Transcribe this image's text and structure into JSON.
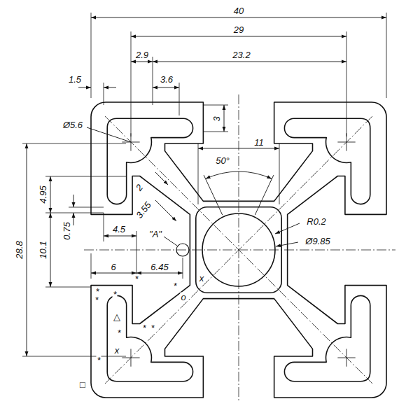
{
  "diagram": {
    "labels": [
      "40",
      "29",
      "2.9",
      "23.2",
      "1.5",
      "3.6",
      "Ø5.6",
      "3",
      "4.95",
      "2",
      "3.55",
      "11",
      "50°",
      "R0.2",
      "Ø9.85",
      "0.75",
      "10.1",
      "28.8",
      "4.5",
      "\"A\"",
      "6",
      "6.45",
      "x",
      "o",
      "*",
      "*",
      "*",
      "*",
      "*",
      "*",
      "*",
      "*",
      "*",
      "△",
      "x",
      "□"
    ]
  }
}
